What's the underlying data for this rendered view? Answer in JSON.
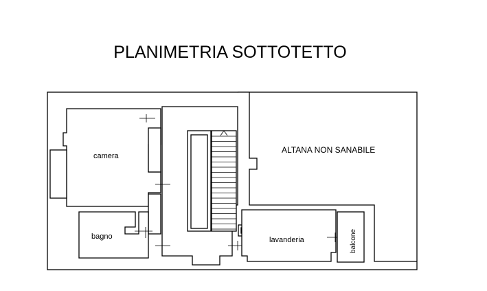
{
  "title": "PLANIMETRIA SOTTOTETTO",
  "rooms": {
    "camera": "camera",
    "bagno": "bagno",
    "lavanderia": "lavanderia",
    "balcone": "balcone",
    "altana": "ALTANA NON SANABILE"
  },
  "colors": {
    "line": "#000000",
    "background": "#ffffff"
  }
}
